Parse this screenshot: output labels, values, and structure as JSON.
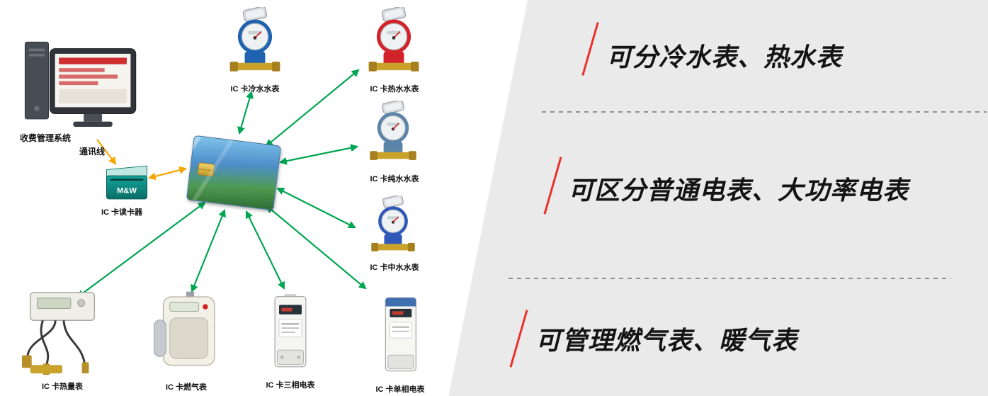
{
  "diagram": {
    "computer": {
      "label": "收费管理系统"
    },
    "comm_line": {
      "label": "通讯线"
    },
    "reader": {
      "label": "IC 卡读卡器",
      "brand": "M&W"
    },
    "meters": [
      {
        "id": "cold-water",
        "label": "IC 卡冷水水表"
      },
      {
        "id": "hot-water",
        "label": "IC 卡热水水表"
      },
      {
        "id": "pure-water",
        "label": "IC 卡纯水水表"
      },
      {
        "id": "reclaimed-water",
        "label": "IC 卡中水水表"
      },
      {
        "id": "heat",
        "label": "IC 卡热量表"
      },
      {
        "id": "gas",
        "label": "IC 卡燃气表"
      },
      {
        "id": "three-phase",
        "label": "IC 卡三相电表"
      },
      {
        "id": "single-phase",
        "label": "IC 卡单相电表"
      }
    ],
    "colors": {
      "arrow_green": "#00a551",
      "arrow_orange": "#f7a600",
      "slash_red": "#e8322a",
      "panel_gray": "#eaeaea"
    }
  },
  "panel": {
    "features": [
      "可分冷水表、热水表",
      "可区分普通电表、大功率电表",
      "可管理燃气表、暖气表"
    ]
  }
}
